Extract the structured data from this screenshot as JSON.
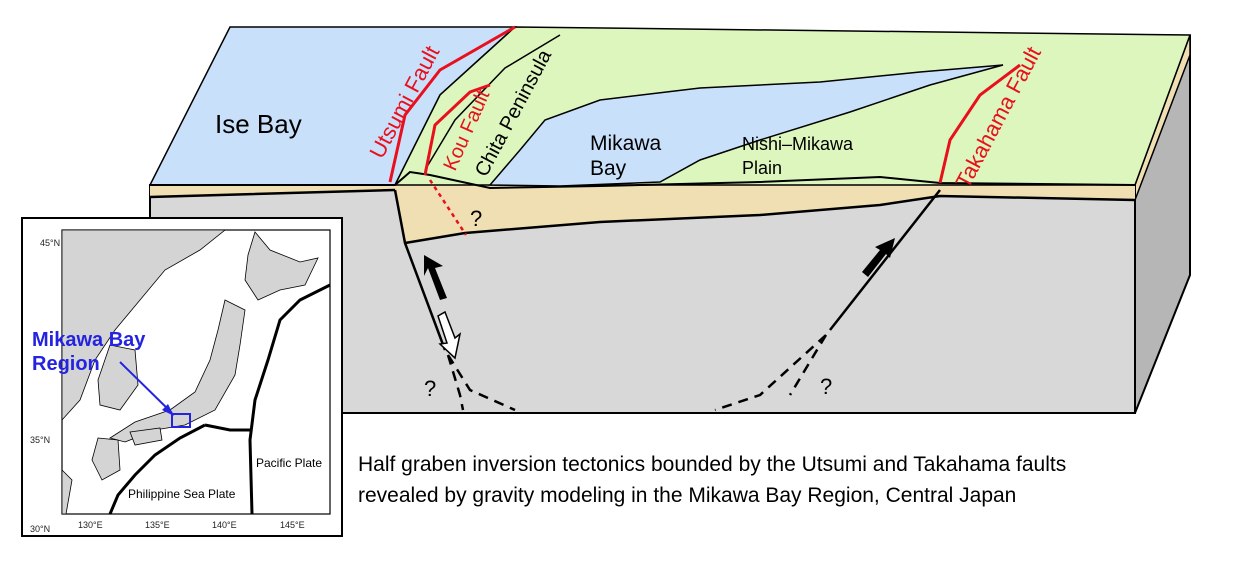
{
  "block": {
    "ise_bay": "Ise Bay",
    "utsumi_fault": "Utsumi Fault",
    "kou_fault": "Kou Fault",
    "chita_peninsula": "Chita Peninsula",
    "mikawa_bay_line1": "Mikawa",
    "mikawa_bay_line2": "Bay",
    "nishi_mikawa_line1": "Nishi–Mikawa",
    "nishi_mikawa_line2": "Plain",
    "takahama_fault": "Takahama Fault",
    "q1": "?",
    "q2": "?",
    "q3": "?"
  },
  "inset": {
    "region_line1": "Mikawa Bay",
    "region_line2": "Region",
    "pacific_plate": "Pacific Plate",
    "philippine_plate": "Philippine Sea Plate",
    "lat_45": "45°N",
    "lat_35": "35°N",
    "lat_30": "30°N",
    "lon_130": "130°E",
    "lon_135": "135°E",
    "lon_140": "140°E",
    "lon_145": "145°E"
  },
  "caption": {
    "line1": "Half graben inversion tectonics bounded by the Utsumi and Takahama faults",
    "line2": "revealed by gravity modeling in the Mikawa Bay Region, Central Japan"
  },
  "colors": {
    "sea": "#c9e0fb",
    "land": "#dcf6bd",
    "sediment": "#efdfb2",
    "basement": "#d8d8d8",
    "side": "#b6b6b6",
    "fault": "#e8101c",
    "inset_label": "#2424e0"
  }
}
